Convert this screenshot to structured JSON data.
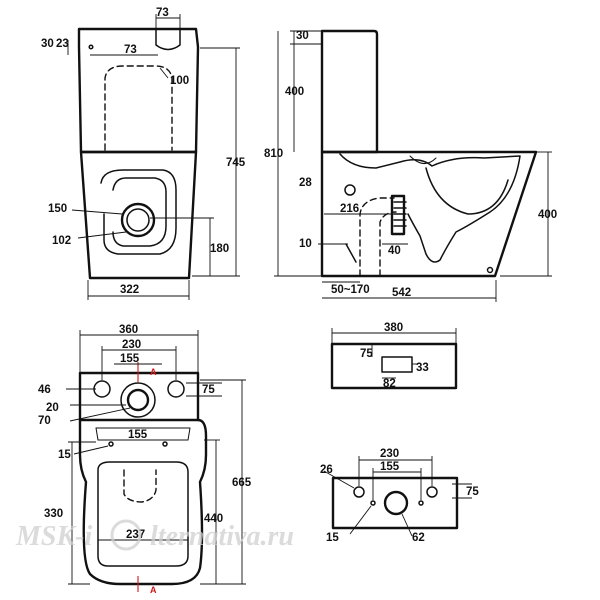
{
  "views": {
    "front": {
      "dims": {
        "tank_top": "73",
        "left_a": "30",
        "left_b": "23",
        "inner": "73",
        "drain": "100",
        "height": "745",
        "outlet": "150",
        "pipe": "102",
        "seat": "180",
        "width": "322"
      }
    },
    "side": {
      "dims": {
        "tank_h": "30",
        "tank_body": "400",
        "total": "810",
        "inlet": "28",
        "center": "216",
        "supply": "10",
        "trap": "40",
        "bowl": "400",
        "offset": "50~170",
        "depth": "542"
      }
    },
    "top": {
      "dims": {
        "width": "360",
        "holes": "230",
        "holes_inner": "155",
        "hole_d": "46",
        "clearance": "20",
        "valve": "70",
        "front_y": "75",
        "seat_holes": "155",
        "seat_d": "15",
        "depth_a": "330",
        "depth_b": "440",
        "depth_total": "665",
        "bowl_w": "237"
      },
      "section_marks": {
        "top": "A",
        "bottom": "A"
      }
    },
    "tank_top": {
      "dims": {
        "width": "380",
        "hole_w": "75",
        "hole_d": "33",
        "hole_x": "82"
      }
    },
    "tank_base": {
      "dims": {
        "hole_d": "26",
        "holes": "230",
        "holes_inner": "155",
        "offset": "75",
        "bolt": "15",
        "outlet": "62"
      }
    }
  },
  "watermark": {
    "brand": "MSK-i",
    "site": "lternativa.ru"
  }
}
